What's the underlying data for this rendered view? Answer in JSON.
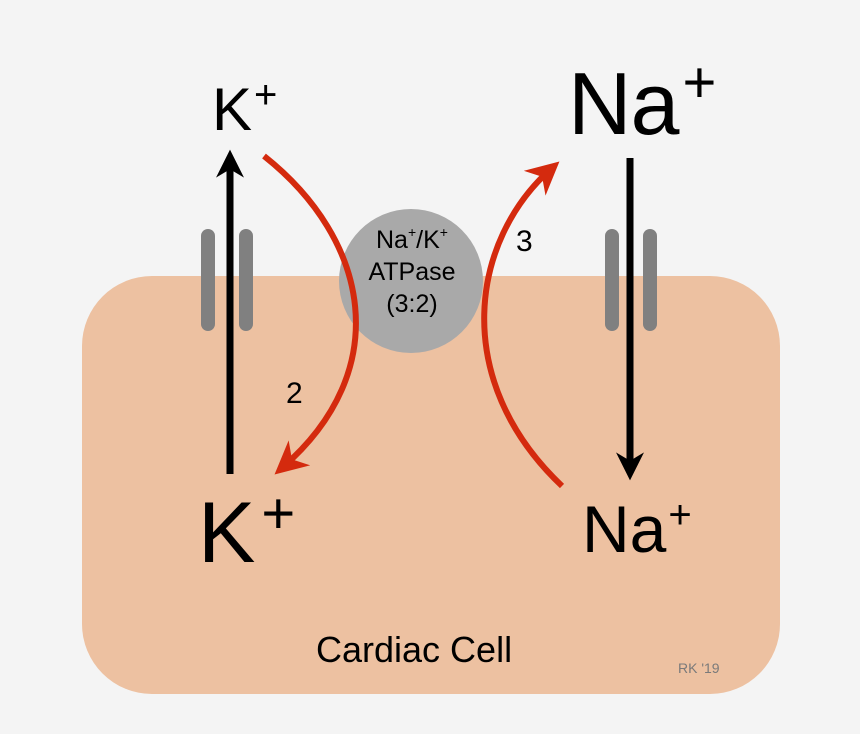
{
  "ions": {
    "k_outside": {
      "symbol": "K",
      "charge": "+"
    },
    "na_outside": {
      "symbol": "Na",
      "charge": "+"
    },
    "k_inside": {
      "symbol": "K",
      "charge": "+"
    },
    "na_inside": {
      "symbol": "Na",
      "charge": "+"
    }
  },
  "pump": {
    "ion1": "Na",
    "charge1": "+",
    "sep": "/",
    "ion2": "K",
    "charge2": "+",
    "name": "ATPase",
    "ratio": "(3:2)"
  },
  "stoichiometry": {
    "k_count": "2",
    "na_count": "3"
  },
  "cell_label": "Cardiac Cell",
  "credit": "RK '19",
  "colors": {
    "background": "#f4f4f4",
    "cell_fill": "#edc1a1",
    "pump_fill": "#a9a9a9",
    "pump_arrow": "#d42a0e",
    "channel_arrow": "#000000",
    "channel": "#808080"
  },
  "icons": [
    "k-channel-icon",
    "na-channel-icon",
    "pump-circle-icon",
    "arrow-head-icon"
  ]
}
